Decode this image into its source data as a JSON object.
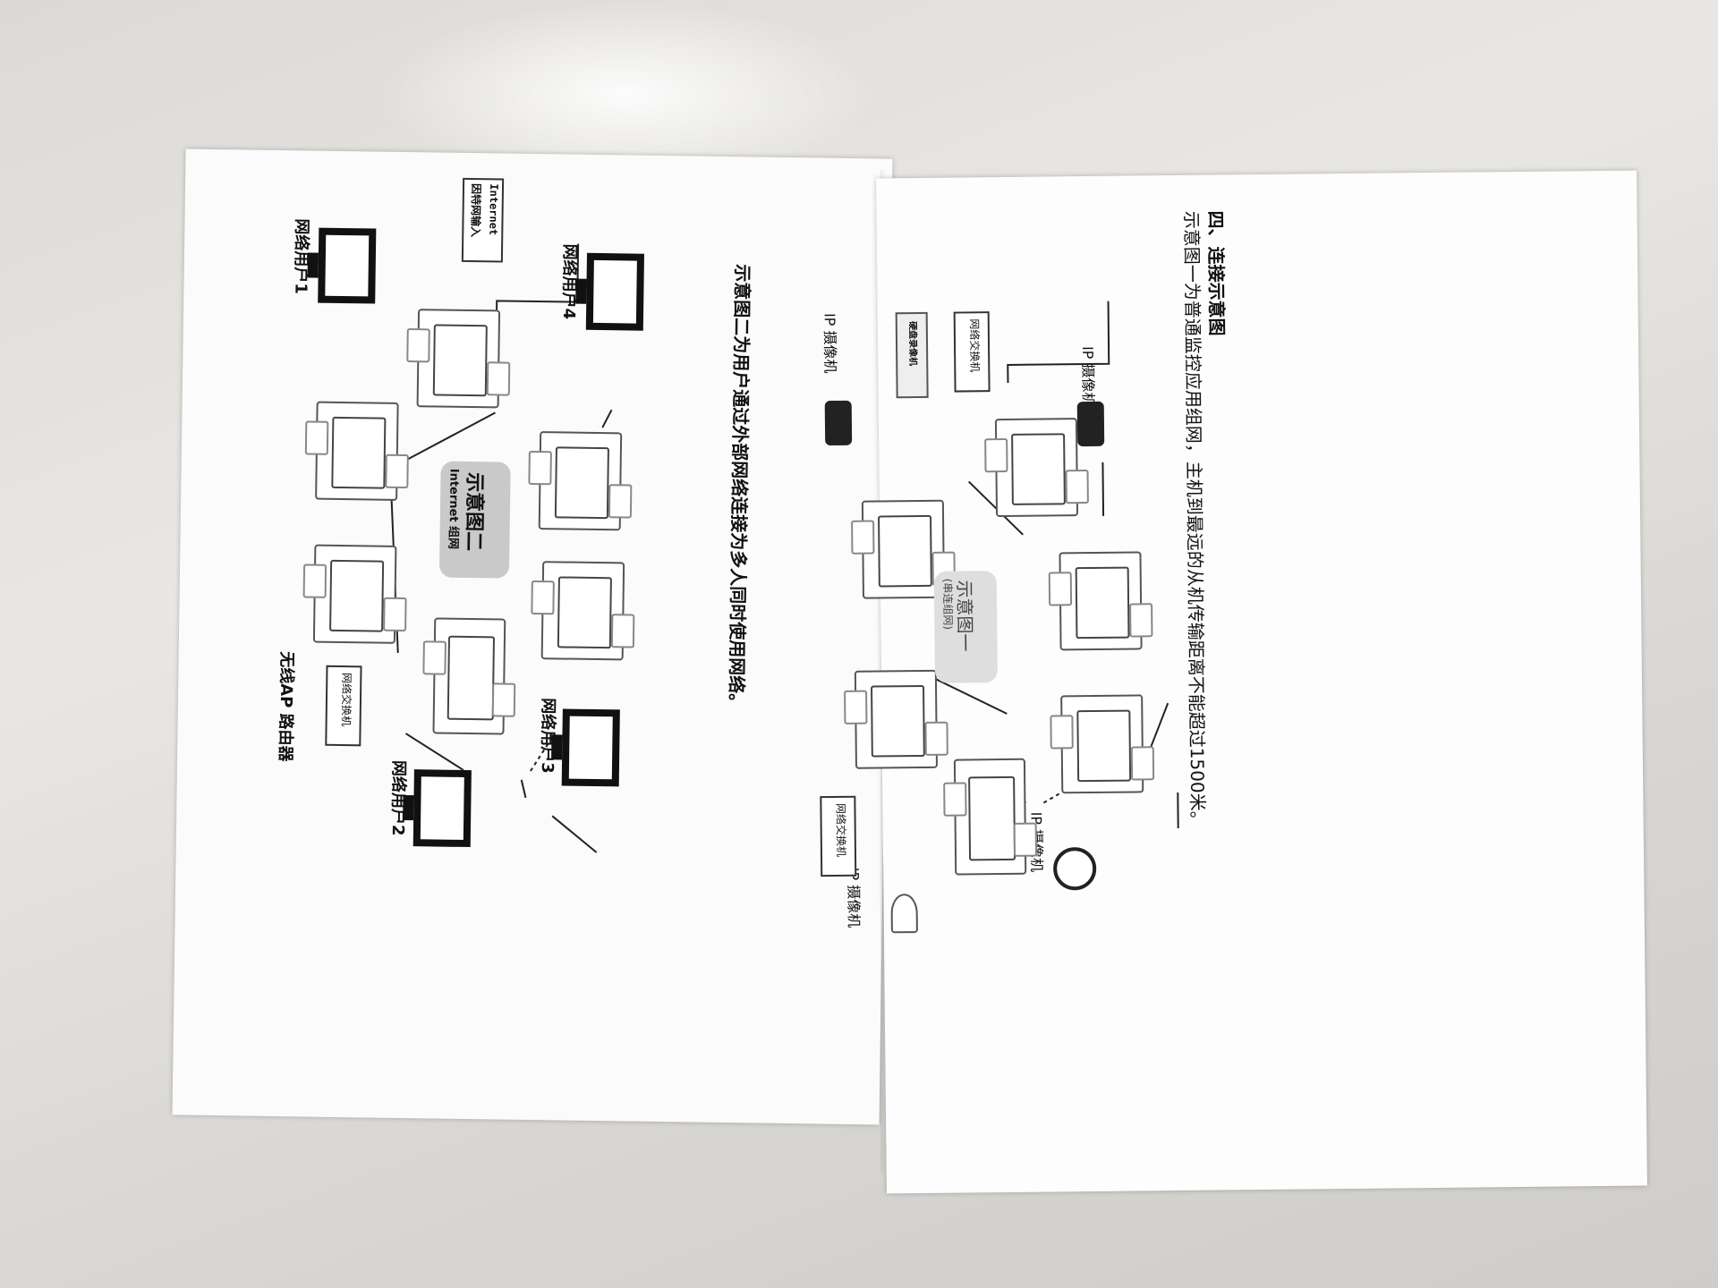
{
  "right_page": {
    "heading": "四、连接示意图",
    "line1": "示意图一为普通监控应用组网，主机到最远的从机传输距离不能超过1500米。",
    "diagram1": {
      "center_title": "示意图一",
      "center_sub": "(串连组网)",
      "ip_camera_1": "IP 摄像机",
      "ip_camera_2": "IP 摄像机",
      "ip_camera_3": "IP 摄像机",
      "ip_camera_4": "IP 摄像机",
      "switch_top": "网络交换机",
      "switch_bottom": "网络交换机",
      "recorder": "硬盘录像机"
    }
  },
  "left_page": {
    "caption": "示意图二为用户通过外部网络连接为多人同时使用网络。",
    "diagram2": {
      "center_title": "示意图二",
      "center_sub": "Internet 组网",
      "internet_box_line1": "Internet",
      "internet_box_line2": "因特网输入",
      "user1": "网络用户1",
      "user2": "网络用户2",
      "user3": "网络用户3",
      "user4": "网络用户4",
      "switch": "网络交换机",
      "wireless": "无线AP 路由器"
    }
  }
}
